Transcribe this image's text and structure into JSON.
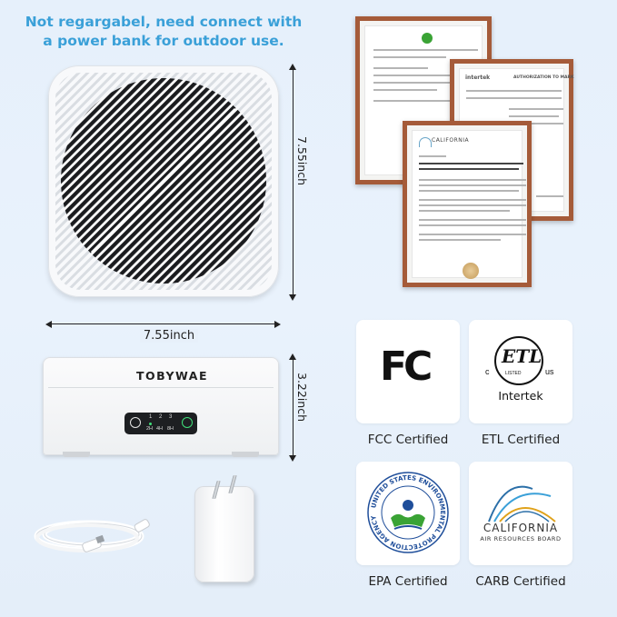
{
  "headline": "Not regargabel, need connect with a power bank for outdoor use.",
  "dimensions": {
    "height_top": "7.55inch",
    "width": "7.55inch",
    "height_side": "3.22inch"
  },
  "brand": "TOBYWAE",
  "control_panel": {
    "levels": [
      "1",
      "2",
      "3"
    ],
    "timers": [
      "2H",
      "4H",
      "8H"
    ]
  },
  "certificates": {
    "frame1_title": "",
    "frame2_title": "AUTHORIZATION TO MARK",
    "frame2_brand": "intertek",
    "frame3_title": "CALIFORNIA"
  },
  "badges": [
    {
      "caption": "FCC Certified",
      "logo_text": "FC"
    },
    {
      "caption": "ETL Certified",
      "logo_text": "ETL",
      "sub_text": "Intertek",
      "left_mark": "c",
      "right_mark": "us",
      "listed": "LISTED"
    },
    {
      "caption": "EPA Certified",
      "logo_text": "UNITED STATES ENVIRONMENTAL PROTECTION AGENCY"
    },
    {
      "caption": "CARB Certified",
      "logo_text": "CALIFORNIA",
      "sub_text": "AIR RESOURCES BOARD"
    }
  ],
  "colors": {
    "headline": "#3aa0d8",
    "frame": "#a55b39",
    "epa_green": "#3aa335",
    "epa_blue": "#1f4e9a"
  }
}
